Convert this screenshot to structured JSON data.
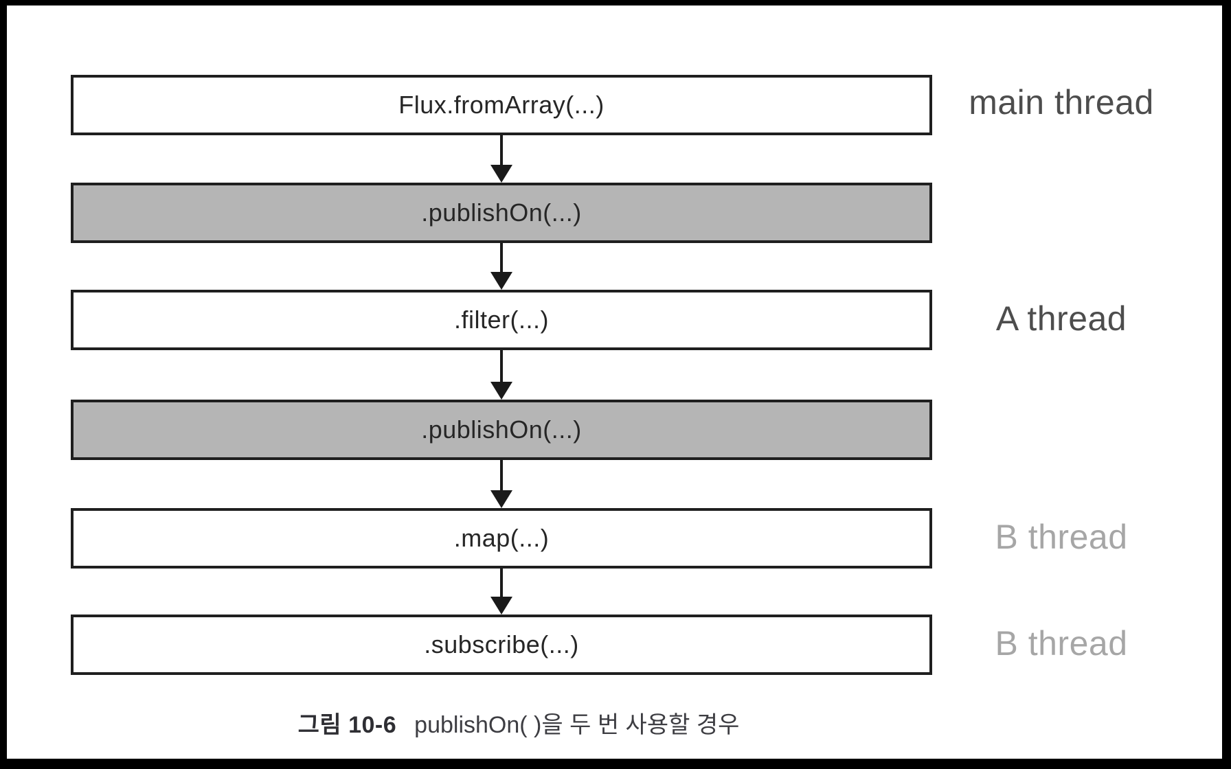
{
  "diagram": {
    "boxes": [
      {
        "label": "Flux.fromArray(...)",
        "variant": "white"
      },
      {
        "label": ".publishOn(...)",
        "variant": "gray"
      },
      {
        "label": ".filter(...)",
        "variant": "white"
      },
      {
        "label": ".publishOn(...)",
        "variant": "gray"
      },
      {
        "label": ".map(...)",
        "variant": "white"
      },
      {
        "label": ".subscribe(...)",
        "variant": "white"
      }
    ],
    "thread_labels": [
      {
        "text": "main thread",
        "tone": "dark"
      },
      {
        "text": "A thread",
        "tone": "dark"
      },
      {
        "text": "B thread",
        "tone": "light"
      },
      {
        "text": "B thread",
        "tone": "light"
      }
    ],
    "colors": {
      "box_fill_highlight": "#b5b5b5",
      "box_border": "#1f1f1f",
      "arrow": "#1a1a1a",
      "thread_label_dark": "#4d4d4d",
      "thread_label_light": "#a6a6a6"
    }
  },
  "caption": {
    "figure_label": "그림 10-6",
    "text": "publishOn( )을 두 번 사용할 경우"
  }
}
